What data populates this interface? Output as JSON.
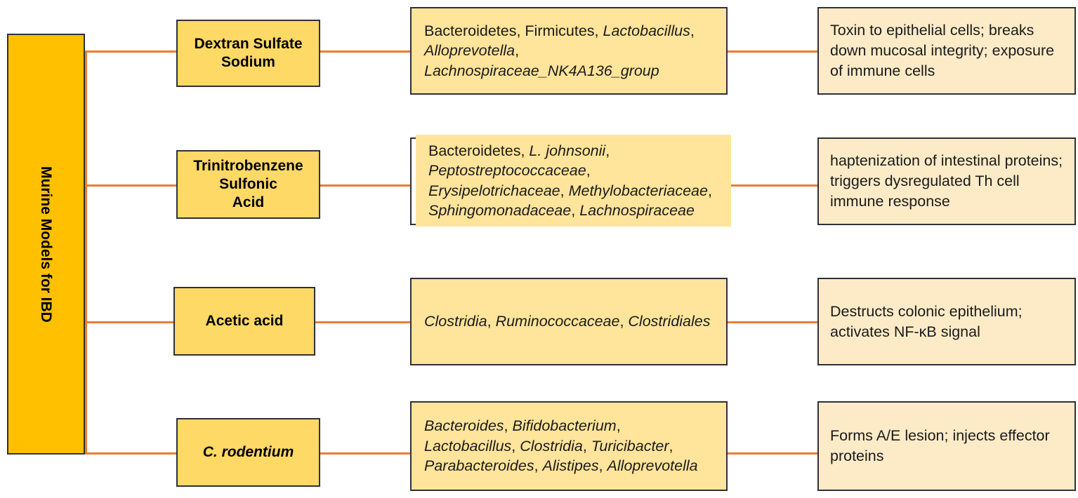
{
  "diagram": {
    "title": "Murine Models for IBD",
    "colors": {
      "root_fill": "#FFC000",
      "model_fill": "#FFD966",
      "taxa_fill": "#FFE49B",
      "mechanism_fill": "#FDEBC8",
      "connector": "#ED7D31",
      "border": "#2E3139"
    },
    "root": {
      "label": "Murine Models for IBD"
    },
    "rows": [
      {
        "model": "Dextran Sulfate\nSodium",
        "model_italic": false,
        "taxa": "Bacteroidetes, Firmicutes, <i>Lactobacillus</i>,\n<i>Alloprevotella</i>,\n<i>Lachnospiraceae_NK4A136_group</i>",
        "taxa_plain": "Bacteroidetes, Firmicutes, Lactobacillus, Alloprevotella, Lachnospiraceae_NK4A136_group",
        "mechanism": "Toxin to epithelial cells; breaks down mucosal integrity; exposure of immune cells"
      },
      {
        "model": "Trinitrobenzene\nSulfonic\nAcid",
        "model_italic": false,
        "taxa": "Bacteroidetes, <i>L. johnsonii</i>,\n<i>Peptostreptococcaceae</i>,\n<i>Erysipelotrichaceae</i>, <i>Methylobacteriaceae</i>,\n<i>Sphingomonadaceae</i>, <i>Lachnospiraceae</i>",
        "taxa_plain": "Bacteroidetes, L. johnsonii, Peptostreptococcaceae, Erysipelotrichaceae, Methylobacteriaceae, Sphingomonadaceae, Lachnospiraceae",
        "mechanism": "haptenization of intestinal proteins; triggers dysregulated Th cell immune response"
      },
      {
        "model": "Acetic acid",
        "model_italic": false,
        "taxa": "<i>Clostridia</i>, <i>Ruminococcaceae</i>, <i>Clostridiales</i>",
        "taxa_plain": "Clostridia, Ruminococcaceae, Clostridiales",
        "mechanism": "Destructs colonic epithelium; activates NF-κB signal"
      },
      {
        "model": "C. rodentium",
        "model_italic": true,
        "taxa": "<i>Bacteroides</i>, <i>Bifidobacterium</i>,\n<i>Lactobacillus</i>, <i>Clostridia</i>, <i>Turicibacter</i>,\n<i>Parabacteroides</i>, <i>Alistipes</i>, <i>Alloprevotella</i>",
        "taxa_plain": "Bacteroides, Bifidobacterium, Lactobacillus, Clostridia, Turicibacter, Parabacteroides, Alistipes, Alloprevotella",
        "mechanism": "Forms A/E lesion; injects effector proteins"
      }
    ]
  }
}
